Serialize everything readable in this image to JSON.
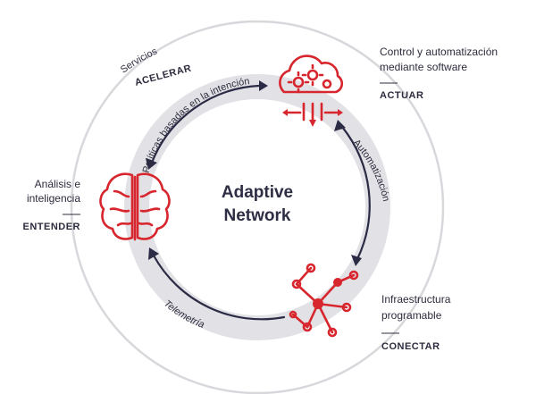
{
  "center": {
    "line1": "Adaptive",
    "line2": "Network"
  },
  "top_left": {
    "service": "Servicios",
    "action": "ACELERAR"
  },
  "top_right": {
    "line1": "Control y automatización",
    "line2": "mediante software",
    "action": "ACTUAR"
  },
  "left": {
    "line1": "Análisis e",
    "line2": "inteligencia",
    "action": "ENTENDER"
  },
  "bottom_right": {
    "line1": "Infraestructura",
    "line2": "programable",
    "action": "CONECTAR"
  },
  "arrows": {
    "top": "Políticas basadas en la intención",
    "right": "Automatización",
    "bottom": "Telemetría"
  },
  "colors": {
    "accent": "#d7262d",
    "navy": "#2b2b45",
    "ring": "#dcdce0"
  },
  "icons": [
    "cloud-gears-icon",
    "brain-icon",
    "network-nodes-icon"
  ]
}
